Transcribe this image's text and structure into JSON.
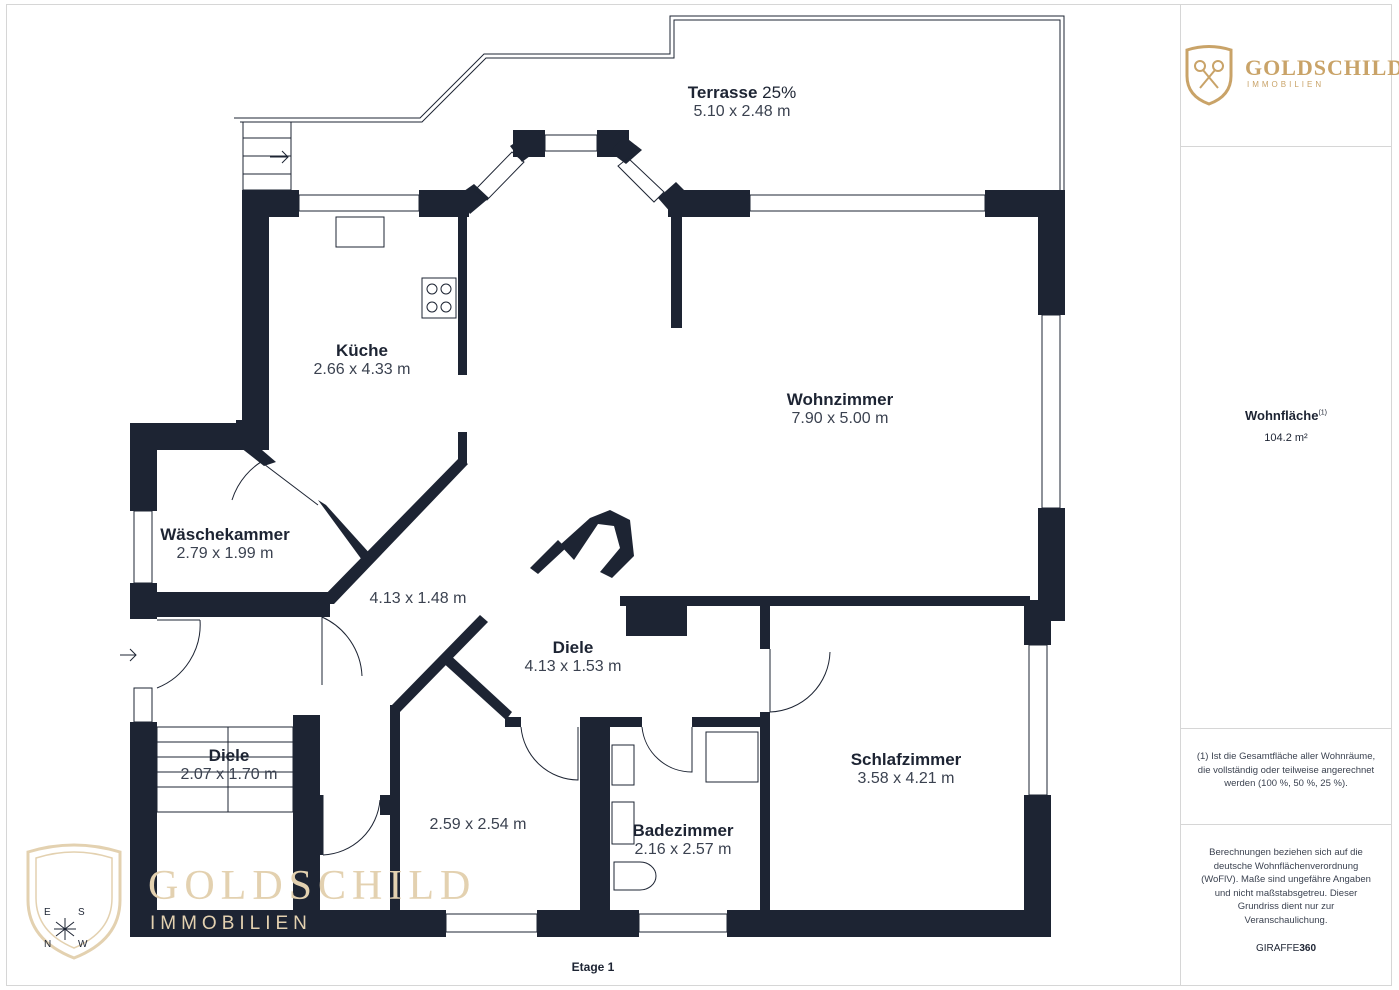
{
  "brand": {
    "logo_name": "GOLDSCHILD",
    "logo_sub": "IMMOBILIEN",
    "gold_color": "#c9a368",
    "wall_color": "#1d2433"
  },
  "rooms": [
    {
      "id": "terrasse",
      "name": "Terrasse",
      "share": "25%",
      "dims": "5.10 x 2.48 m"
    },
    {
      "id": "kueche",
      "name": "Küche",
      "dims": "2.66 x 4.33 m"
    },
    {
      "id": "wohnzimmer",
      "name": "Wohnzimmer",
      "dims": "7.90 x 5.00 m"
    },
    {
      "id": "waeschekammer",
      "name": "Wäschekammer",
      "dims": "2.79 x 1.99 m"
    },
    {
      "id": "flur",
      "name": "",
      "dims": "4.13 x 1.48 m"
    },
    {
      "id": "diele1",
      "name": "Diele",
      "dims": "4.13 x 1.53 m"
    },
    {
      "id": "diele2",
      "name": "Diele",
      "dims": "2.07 x 1.70 m"
    },
    {
      "id": "zimmer",
      "name": "",
      "dims": "2.59 x 2.54 m"
    },
    {
      "id": "badezimmer",
      "name": "Badezimmer",
      "dims": "2.16 x 2.57 m"
    },
    {
      "id": "schlafzimmer",
      "name": "Schlafzimmer",
      "dims": "3.58 x 4.21 m"
    }
  ],
  "floor_label": "Etage 1",
  "compass": {
    "e": "E",
    "s": "S",
    "n": "N",
    "w": "W"
  },
  "summary": {
    "area_label": "Wohnfläche",
    "area_footnote": "(1)",
    "area_value": "104.2 m²",
    "note1": "(1) Ist die Gesamtfläche aller Wohnräume, die vollständig oder teilweise angerechnet werden (100 %, 50 %, 25 %).",
    "note2": "Berechnungen beziehen sich auf die deutsche Wohnflächenverordnung (WoFlV). Maße sind ungefähre Angaben und nicht maßstabsgetreu. Dieser Grundriss dient nur zur Veranschaulichung.",
    "brand_prefix": "GIRAFFE",
    "brand_suffix": "360"
  }
}
